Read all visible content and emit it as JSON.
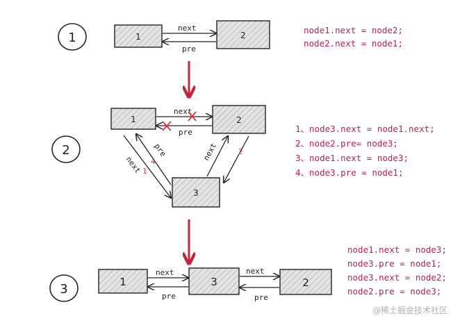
{
  "colors": {
    "code": "#b8224a",
    "arrow_big": "#c0283a",
    "cross": "#d8343c",
    "box_fill": "#dcdcdc",
    "ink": "#222222"
  },
  "steps": [
    {
      "label": "1",
      "nodes": [
        "1",
        "2"
      ],
      "edges": {
        "next": "next",
        "pre": "pre"
      },
      "code": [
        "node1.next = node2;",
        "node2.next = node1;"
      ]
    },
    {
      "label": "2",
      "nodes": [
        "1",
        "2",
        "3"
      ],
      "edges": {
        "top_next": "next",
        "top_pre": "pre",
        "left_next": "next",
        "left_pre": "pre",
        "right_next": "next"
      },
      "marks": {
        "left_1": "1",
        "left_4": "4",
        "right_2": "2"
      },
      "code": [
        "1、node3.next = node1.next;",
        "2、node2.pre= node3;",
        "3、node1.next = node3;",
        "4、node3.pre = node1;"
      ]
    },
    {
      "label": "3",
      "nodes": [
        "1",
        "3",
        "2"
      ],
      "edges": {
        "next_a": "next",
        "pre_a": "pre",
        "next_b": "next",
        "pre_b": "pre"
      },
      "code": [
        "node1.next = node3;",
        "node3.pre = node1;",
        "node3.next = node2;",
        "node2.pre = node3;"
      ]
    }
  ],
  "watermark": "@稀土掘金技术社区"
}
